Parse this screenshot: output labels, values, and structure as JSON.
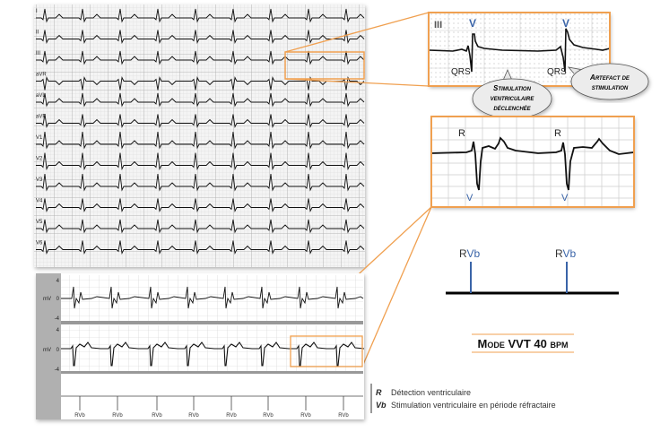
{
  "colors": {
    "accent": "#f0a050",
    "marker_blue": "#3a64a8",
    "grid": "#c8c8c8",
    "trace": "#111111"
  },
  "ecg12": {
    "leads": [
      "I",
      "II",
      "III",
      "aVR",
      "aVL",
      "aVF",
      "V1",
      "V2",
      "V3",
      "V4",
      "V5",
      "V6"
    ]
  },
  "inset1": {
    "lead": "III",
    "v_label": "V",
    "qrs_label": "QRS"
  },
  "bubbles": {
    "stim_line1": "Stimulation",
    "stim_line2": "ventriculaire",
    "stim_line3": "déclenchée",
    "artefact_line1": "Artefact de",
    "artefact_line2": "stimulation"
  },
  "inset2": {
    "r_label": "R",
    "v_label": "V"
  },
  "marker_diagram": {
    "r": "R",
    "vb": "Vb"
  },
  "mode_title": "Mode VVT 40 bpm",
  "strip": {
    "unit": "mV",
    "tick_top": "4",
    "tick_zero": "0",
    "tick_bottom": "-4",
    "marker_label": "RVb",
    "marker_count": 8
  },
  "legend": [
    {
      "abbr": "R",
      "text": "Détection ventriculaire"
    },
    {
      "abbr": "Vb",
      "text": "Stimulation ventriculaire en période réfractaire"
    }
  ]
}
